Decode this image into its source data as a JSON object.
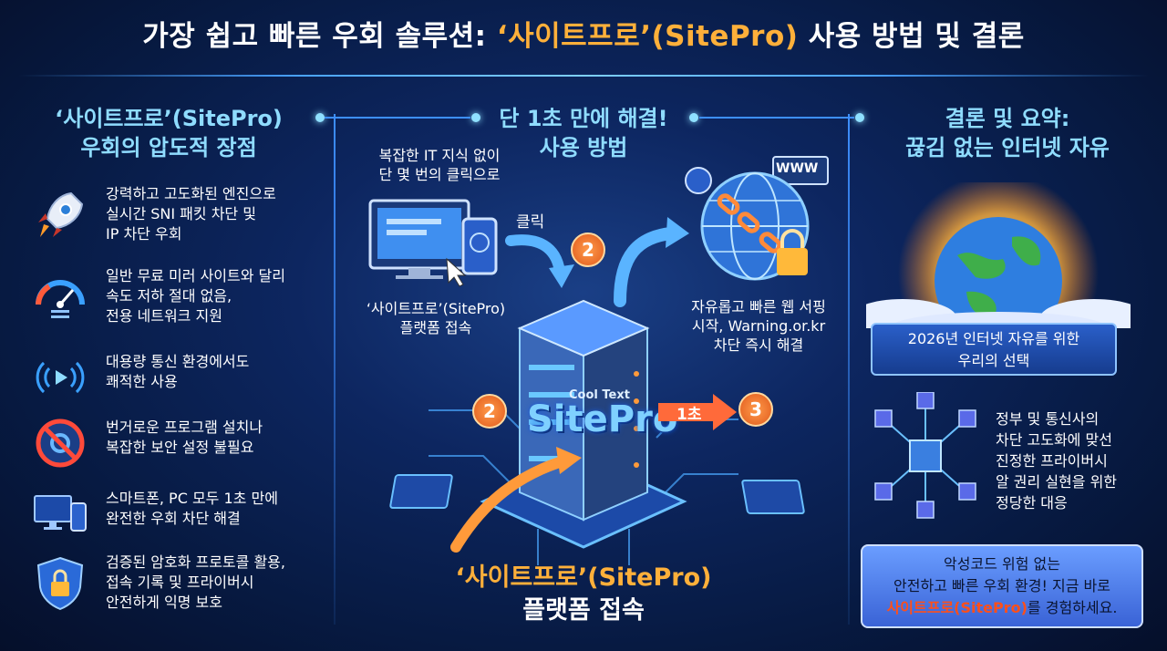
{
  "title": {
    "pre": "가장 쉽고 빠른 우회 솔루션: ",
    "highlight": "‘사이트프로’(SitePro)",
    "post": " 사용 방법 및 결론"
  },
  "left": {
    "heading_line1": "‘사이트프로’(SitePro)",
    "heading_line2": "우회의 압도적 장점",
    "features": [
      {
        "icon": "rocket-icon",
        "line1": "강력하고 고도화된 엔진으로",
        "line2": "실시간 SNI 패킷 차단 및",
        "line3": "IP 차단 우회"
      },
      {
        "icon": "speedometer-icon",
        "line1": "일반 무료 미러 사이트와 달리",
        "line2": "속도 저하 절대 없음,",
        "line3": "전용 네트워크 지원"
      },
      {
        "icon": "signal-play-icon",
        "line1": "대용량 통신 환경에서도",
        "line2": "쾌적한 사용",
        "line3": ""
      },
      {
        "icon": "no-install-icon",
        "line1": "번거로운 프로그램 설치나",
        "line2": "복잡한 보안 설정 불필요",
        "line3": ""
      },
      {
        "icon": "devices-icon",
        "line1": "스마트폰, PC 모두 1초 만에",
        "line2": "완전한 우회 차단 해결",
        "line3": ""
      },
      {
        "icon": "shield-lock-icon",
        "line1": "검증된 암호화 프로토콜 활용,",
        "line2": "접속 기록 및 프라이버시",
        "line3": "안전하게 익명 보호"
      }
    ]
  },
  "middle": {
    "heading_line1": "단 1초 만에 해결!",
    "heading_line2": "사용 방법",
    "intro_line1": "복잡한 IT 지식 없이",
    "intro_line2": "단 몇 번의 클릭으로",
    "click_label": "클릭",
    "step1_line1": "‘사이트프로’(SitePro)",
    "step1_line2": "플랫폼 접속",
    "step3_line1": "자유롭고 빠른 웹 서핑",
    "step3_line2": "시작, Warning.or.kr",
    "step3_line3": "차단 즉시 해결",
    "badge2": "2",
    "badge2b": "2",
    "badge3": "3",
    "one_sec": "1초",
    "server_small": "Cool Text",
    "server_logo": "SitePro",
    "www": "WWW",
    "bottom_line1": "‘사이트프로’(SitePro)",
    "bottom_line2": "플랫폼 접속"
  },
  "right": {
    "heading_line1": "결론 및 요약:",
    "heading_line2": "끊김 없는 인터넷 자유",
    "ribbon_line1": "2026년 인터넷 자유를 위한",
    "ribbon_line2": "우리의 선택",
    "text_line1": "정부 및 통신사의",
    "text_line2": "차단 고도화에 맞선",
    "text_line3": "진정한 프라이버시",
    "text_line4": "알 권리 실현을 위한",
    "text_line5": "정당한 대응",
    "cta_line1": "악성코드 위험 없는",
    "cta_line2": "안전하고 빠른 우회 환경! 지금 바로",
    "cta_highlight": "사이트프로(SitePro)",
    "cta_tail": "를 경험하세요."
  },
  "colors": {
    "accent_orange": "#ffb03a",
    "heading_blue": "#8fdcff",
    "background": "#0d2660"
  }
}
